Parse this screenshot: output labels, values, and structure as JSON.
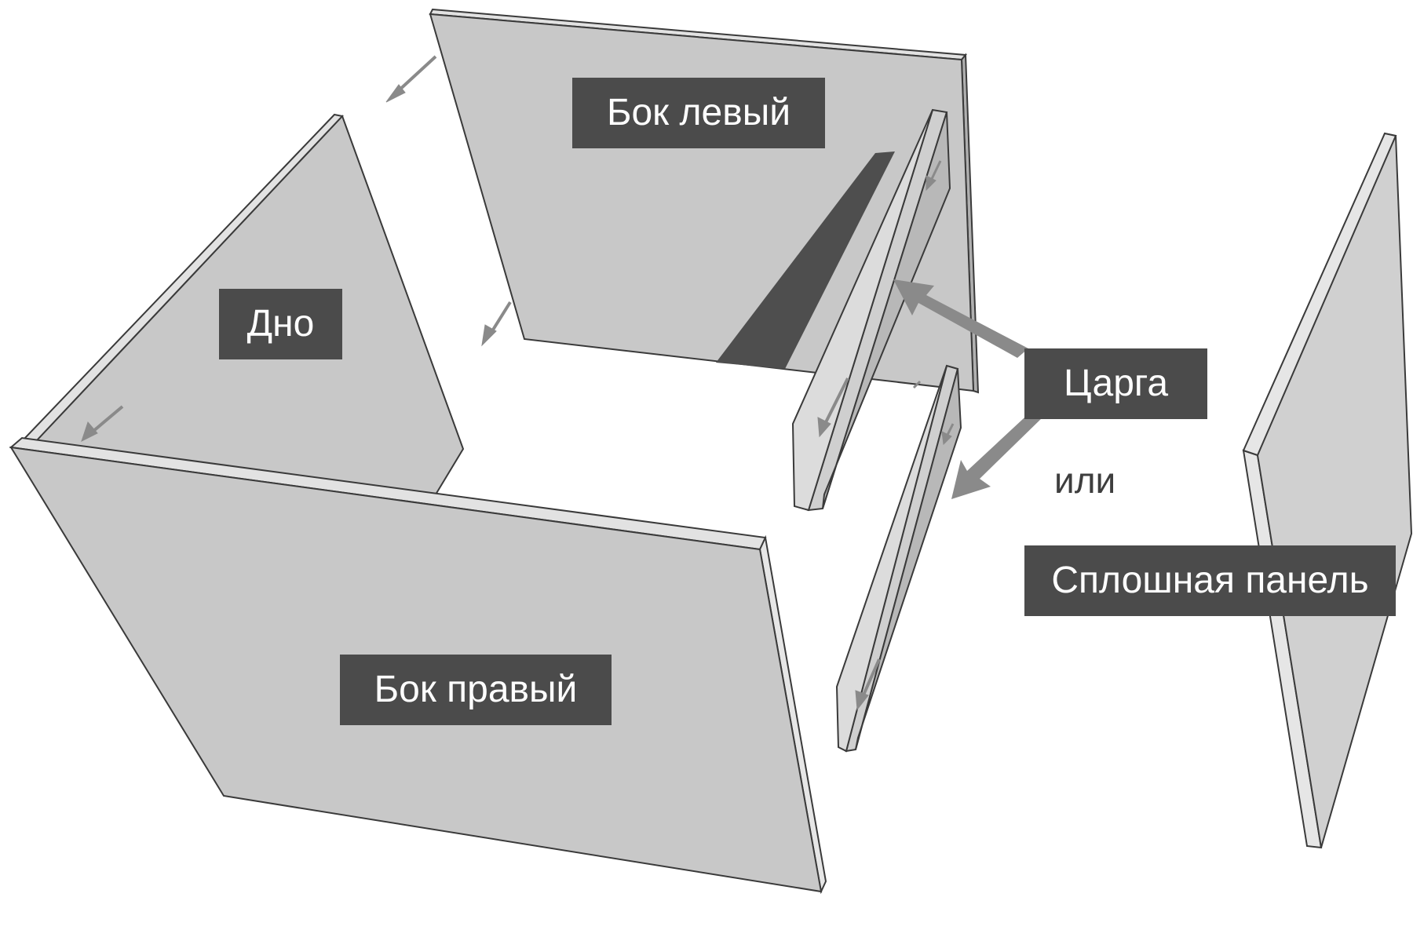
{
  "labels": {
    "left_side": "Бок левый",
    "bottom": "Дно",
    "rail": "Царга",
    "or": "или",
    "solid_panel": "Сплошная панель",
    "right_side": "Бок правый"
  },
  "colors": {
    "panel_face": "#c8c8c8",
    "panel_edge": "#e2e2e2",
    "outline": "#3a3a3a",
    "label_bg": "#4b4b4b",
    "label_text": "#ffffff",
    "arrow": "#8a8a8a",
    "shadow": "#4e4e4e"
  }
}
